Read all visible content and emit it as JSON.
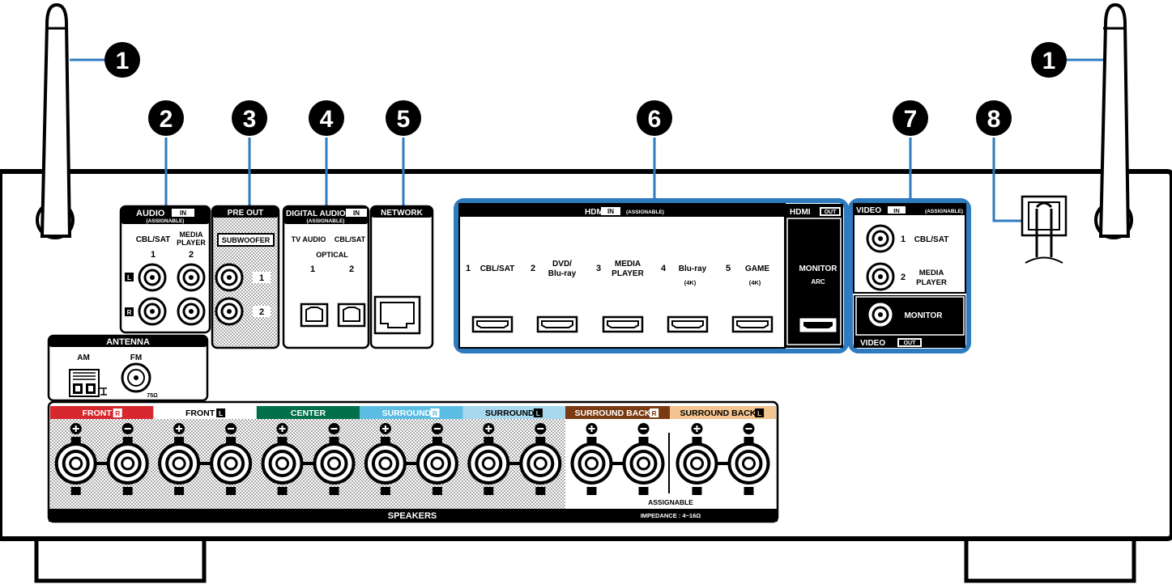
{
  "callouts": [
    "1",
    "1",
    "2",
    "3",
    "4",
    "5",
    "6",
    "7",
    "8"
  ],
  "audio_in": {
    "title": "AUDIO",
    "badge": "IN",
    "assignable": "(ASSIGNABLE)",
    "col1_name": "CBL/SAT",
    "col1_num": "1",
    "col2_name_line1": "MEDIA",
    "col2_name_line2": "PLAYER",
    "col2_num": "2",
    "left_mark": "L",
    "right_mark": "R"
  },
  "pre_out": {
    "title": "PRE OUT",
    "subwoofer": "SUBWOOFER",
    "port1": "1",
    "port2": "2"
  },
  "digital_audio_in": {
    "title": "DIGITAL AUDIO",
    "badge": "IN",
    "assignable": "(ASSIGNABLE)",
    "tv_audio": "TV AUDIO",
    "cbl_sat": "CBL/SAT",
    "optical": "OPTICAL",
    "num1": "1",
    "num2": "2"
  },
  "network": {
    "title": "NETWORK"
  },
  "hdmi_in": {
    "title": "HDMI",
    "badge": "IN",
    "assignable": "(ASSIGNABLE)",
    "inputs": [
      {
        "num": "1",
        "line1": "CBL/SAT",
        "line2": "",
        "sub": ""
      },
      {
        "num": "2",
        "line1": "DVD/",
        "line2": "Blu-ray",
        "sub": ""
      },
      {
        "num": "3",
        "line1": "MEDIA",
        "line2": "PLAYER",
        "sub": ""
      },
      {
        "num": "4",
        "line1": "Blu-ray",
        "line2": "",
        "sub": "(4K)"
      },
      {
        "num": "5",
        "line1": "GAME",
        "line2": "",
        "sub": "(4K)"
      }
    ]
  },
  "hdmi_out": {
    "title": "HDMI",
    "badge": "OUT",
    "monitor": "MONITOR",
    "arc": "ARC"
  },
  "video_in": {
    "title": "VIDEO",
    "badge": "IN",
    "assignable": "(ASSIGNABLE)",
    "in1_num": "1",
    "in1_name": "CBL/SAT",
    "in2_num": "2",
    "in2_line1": "MEDIA",
    "in2_line2": "PLAYER"
  },
  "video_out": {
    "monitor": "MONITOR",
    "title": "VIDEO",
    "badge": "OUT"
  },
  "antenna": {
    "title": "ANTENNA",
    "am": "AM",
    "fm": "FM",
    "ohm": "75Ω"
  },
  "speakers": {
    "title": "SPEAKERS",
    "assignable": "ASSIGNABLE",
    "impedance": "IMPEDANCE : 4~16Ω",
    "channels": [
      {
        "name": "FRONT",
        "side": "R",
        "color": "#d7282f",
        "text_color": "#ffffff"
      },
      {
        "name": "FRONT",
        "side": "L",
        "color": "#ffffff",
        "text_color": "#000000"
      },
      {
        "name": "CENTER",
        "side": "",
        "color": "#00704a",
        "text_color": "#ffffff"
      },
      {
        "name": "SURROUND",
        "side": "R",
        "color": "#5bbde4",
        "text_color": "#ffffff"
      },
      {
        "name": "SURROUND",
        "side": "L",
        "color": "#a8d8ee",
        "text_color": "#000000"
      },
      {
        "name": "SURROUND BACK",
        "side": "R",
        "color": "#7a3b13",
        "text_color": "#ffffff"
      },
      {
        "name": "SURROUND BACK",
        "side": "L",
        "color": "#f3c48f",
        "text_color": "#000000"
      }
    ]
  },
  "colors": {
    "highlight_blue": "#2e7bbf",
    "black": "#000000",
    "dot_fill": "#d8d8d8"
  }
}
